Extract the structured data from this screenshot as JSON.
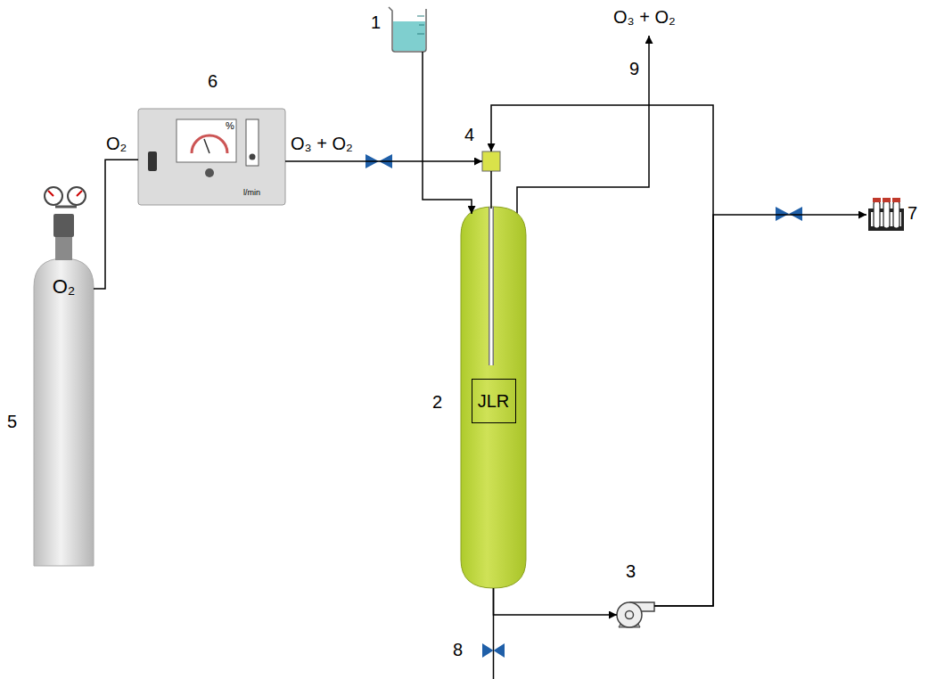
{
  "diagram": {
    "nodes": [
      {
        "text": [
          "1"
        ]
      },
      {
        "text": [
          "6",
          "%",
          "l/min"
        ]
      },
      {
        "text": [
          "4"
        ]
      },
      {
        "text": [
          "2"
        ]
      },
      {
        "text": [
          "JLR"
        ],
        "in": 3
      },
      {
        "text": [
          "7"
        ]
      },
      {
        "text": [
          "5",
          "O₂"
        ]
      },
      {
        "text": [
          "3"
        ]
      }
    ],
    "edges": [
      {
        "from": 6,
        "to": 1,
        "arrow": "none",
        "label": "O₂"
      },
      {
        "from": 1,
        "to": 2,
        "arrow": "to",
        "label": "O₃ + O₂"
      },
      {
        "from": 0,
        "to": 3,
        "arrow": "to"
      },
      {
        "from": 2,
        "to": 3,
        "arrow": "none"
      },
      {
        "from": 3,
        "to": 7,
        "arrow": "to"
      },
      {
        "from": 7,
        "to": 2,
        "arrow": "to"
      },
      {
        "from": 7,
        "to": 5,
        "arrow": "to"
      }
    ],
    "labels": [
      "O₃ + O₂",
      "9",
      "8"
    ]
  }
}
